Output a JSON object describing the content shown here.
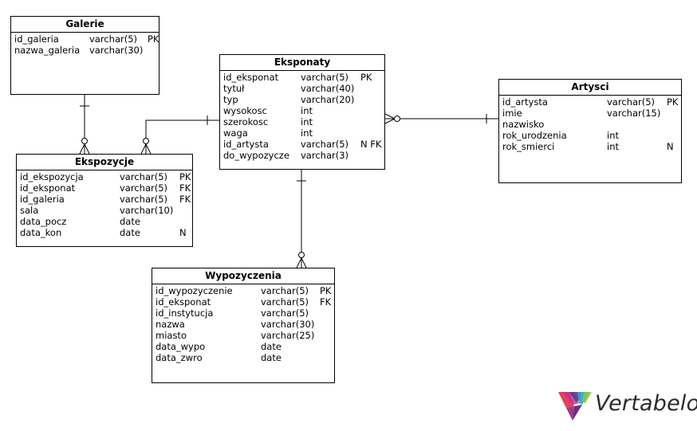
{
  "diagram": {
    "entities": {
      "galerie": {
        "title": "Galerie",
        "attributes": [
          {
            "name": "id_galeria",
            "type": "varchar(5)",
            "key": "PK"
          },
          {
            "name": "nazwa_galeria",
            "type": "varchar(30)",
            "key": ""
          }
        ]
      },
      "eksponaty": {
        "title": "Eksponaty",
        "attributes": [
          {
            "name": "id_eksponat",
            "type": "varchar(5)",
            "key": "PK"
          },
          {
            "name": "tytuł",
            "type": "varchar(40)",
            "key": ""
          },
          {
            "name": "typ",
            "type": "varchar(20)",
            "key": ""
          },
          {
            "name": "wysokosc",
            "type": "int",
            "key": ""
          },
          {
            "name": "szerokosc",
            "type": "int",
            "key": ""
          },
          {
            "name": "waga",
            "type": "int",
            "key": ""
          },
          {
            "name": "id_artysta",
            "type": "varchar(5)",
            "key": "N FK"
          },
          {
            "name": "do_wypozycze",
            "type": "varchar(3)",
            "key": ""
          }
        ]
      },
      "artysci": {
        "title": "Artysci",
        "attributes": [
          {
            "name": "id_artysta",
            "type": "varchar(5)",
            "key": "PK"
          },
          {
            "name": "imie",
            "type": "varchar(15)",
            "key": ""
          },
          {
            "name": "nazwisko",
            "type": "",
            "key": ""
          },
          {
            "name": "rok_urodzenia",
            "type": "int",
            "key": ""
          },
          {
            "name": "rok_smierci",
            "type": "int",
            "key": "N"
          }
        ]
      },
      "ekspozycje": {
        "title": "Ekspozycje",
        "attributes": [
          {
            "name": "id_ekspozycja",
            "type": "varchar(5)",
            "key": "PK"
          },
          {
            "name": "id_eksponat",
            "type": "varchar(5)",
            "key": "FK"
          },
          {
            "name": "id_galeria",
            "type": "varchar(5)",
            "key": "FK"
          },
          {
            "name": "sala",
            "type": "varchar(10)",
            "key": ""
          },
          {
            "name": "data_pocz",
            "type": "date",
            "key": ""
          },
          {
            "name": "data_kon",
            "type": "date",
            "key": "N"
          }
        ]
      },
      "wypozyczenia": {
        "title": "Wypozyczenia",
        "attributes": [
          {
            "name": "id_wypozyczenie",
            "type": "varchar(5)",
            "key": "PK"
          },
          {
            "name": "id_eksponat",
            "type": "varchar(5)",
            "key": "FK"
          },
          {
            "name": "id_instytucja",
            "type": "varchar(5)",
            "key": ""
          },
          {
            "name": "nazwa",
            "type": "varchar(30)",
            "key": ""
          },
          {
            "name": "miasto",
            "type": "varchar(25)",
            "key": ""
          },
          {
            "name": "data_wypo",
            "type": "date",
            "key": ""
          },
          {
            "name": "data_zwro",
            "type": "date",
            "key": ""
          }
        ]
      }
    },
    "logo": {
      "text": "Vertabelo",
      "colors": [
        "#e4405f",
        "#9b3b8f",
        "#5b3a8e",
        "#2fa4c8",
        "#8bc34a"
      ]
    }
  }
}
